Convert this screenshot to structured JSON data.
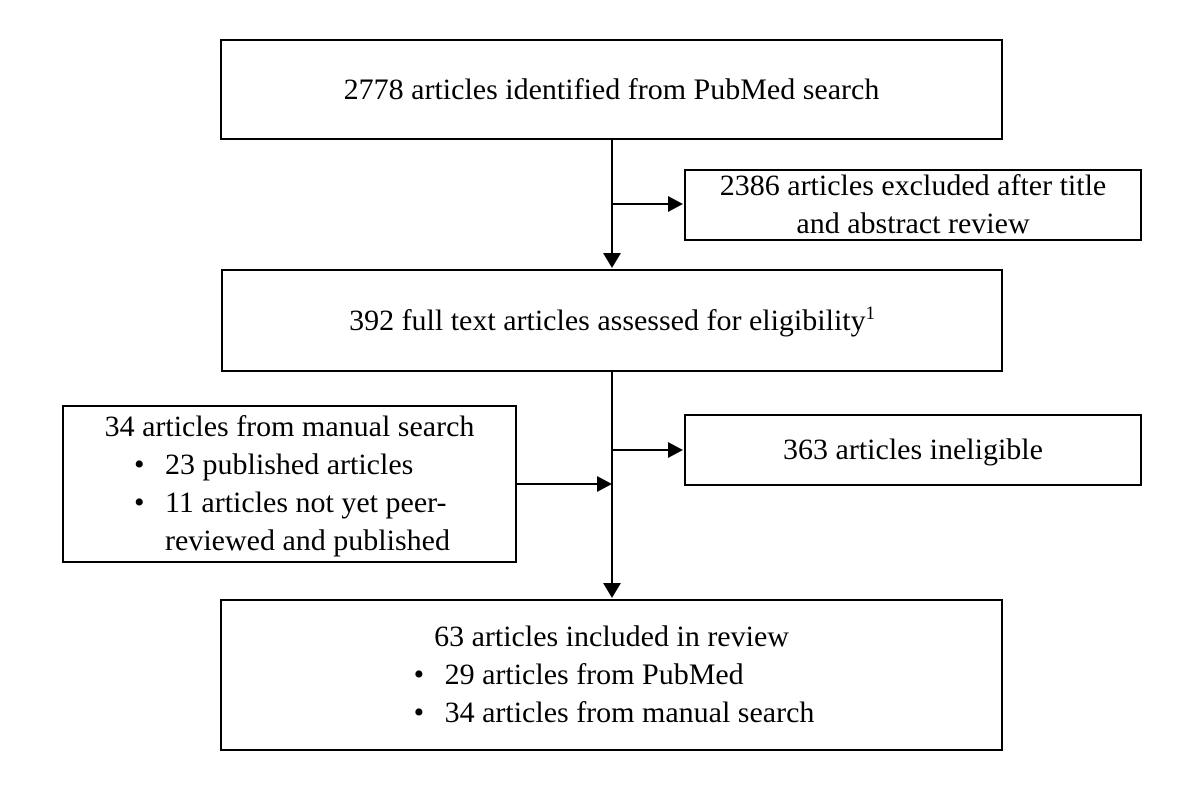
{
  "colors": {
    "background": "#ffffff",
    "box_border": "#000000",
    "text": "#000000",
    "connector": "#000000"
  },
  "bullet_char": "•",
  "boxes": {
    "identified": {
      "text": "2778 articles identified from PubMed search"
    },
    "excluded": {
      "line1": "2386 articles excluded after title",
      "line2": "and abstract review"
    },
    "fulltext": {
      "text": "392 full text articles assessed for eligibility",
      "superscript": "1"
    },
    "manual": {
      "heading": "34 articles from manual search",
      "bullet1": "23 published articles",
      "bullet2_line1": "11 articles not yet peer-",
      "bullet2_line2": "reviewed and published"
    },
    "ineligible": {
      "text": "363 articles ineligible"
    },
    "included": {
      "heading": "63 articles included in review",
      "bullet1": "29 articles from PubMed",
      "bullet2": "34 articles from manual search"
    }
  }
}
